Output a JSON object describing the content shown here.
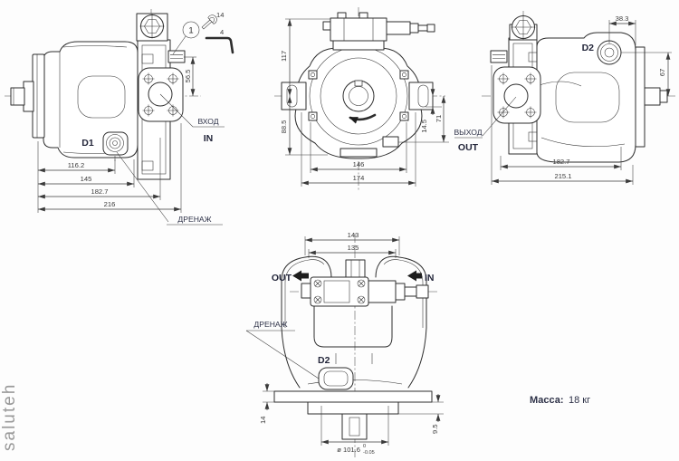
{
  "palette": {
    "line": "#2d2d2d",
    "dimension": "#3a3a3a",
    "label": "#2e3248",
    "watermark": "#9a9a9a",
    "paper": "#fdfdfd"
  },
  "watermark": "saluteh",
  "mass": {
    "label": "Масса:",
    "value": "18 кг"
  },
  "callout": {
    "number": "1",
    "wrench_size": "14",
    "hex_key_size": "4"
  },
  "view_left": {
    "dim_56_5": "56.5",
    "dim_116_2": "116.2",
    "dim_145": "145",
    "dim_182_7": "182.7",
    "dim_216": "216",
    "label_d1": "D1",
    "label_inlet_ru": "ВХОД",
    "label_inlet_en": "IN",
    "label_drain": "ДРЕНАЖ"
  },
  "view_front": {
    "dim_117": "117",
    "dim_88_5": "88.5",
    "dim_146": "146",
    "dim_174": "174",
    "dim_14_5": "14.5",
    "dim_71": "71"
  },
  "view_right": {
    "dim_38_3": "38.3",
    "dim_67": "67",
    "dim_182_7": "182.7",
    "dim_215_1": "215.1",
    "label_d2": "D2",
    "label_outlet_ru": "ВЫХОД",
    "label_outlet_en": "OUT"
  },
  "view_top": {
    "dim_143": "143",
    "dim_135": "135",
    "dim_14": "14",
    "dim_9_5": "9.5",
    "dim_diameter": "ø 101.6",
    "dim_diameter_tol_upper": "0",
    "dim_diameter_tol_lower": "-0.05",
    "label_out": "OUT",
    "label_in": "IN",
    "label_drain": "ДРЕНАЖ",
    "label_d2": "D2"
  }
}
